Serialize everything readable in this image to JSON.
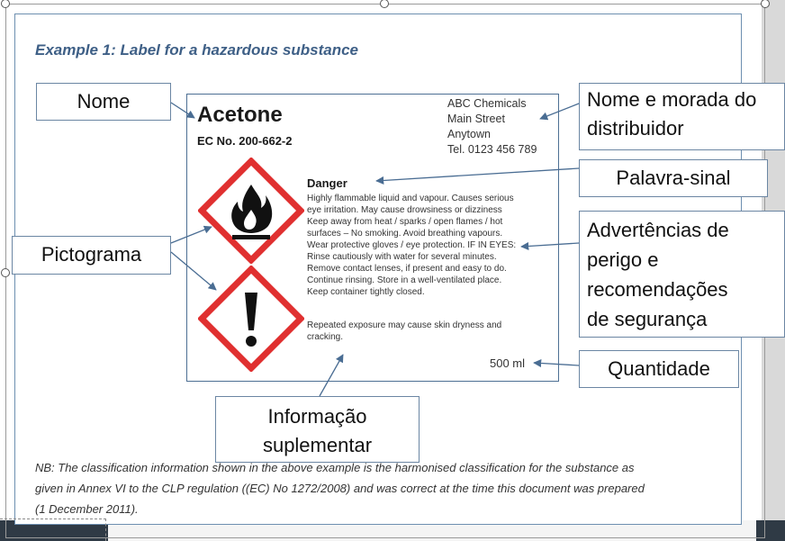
{
  "example_title": "Example 1: Label for a hazardous substance",
  "label": {
    "product_name": "Acetone",
    "ec_number": "EC No. 200-662-2",
    "supplier_lines": [
      "ABC Chemicals",
      "Main Street",
      "Anytown",
      "Tel. 0123 456 789"
    ],
    "signal_word": "Danger",
    "statement_lines": [
      "Highly flammable liquid and vapour. Causes serious",
      "eye irritation. May cause drowsiness or dizziness",
      "Keep away from heat / sparks / open flames / hot",
      "surfaces – No smoking. Avoid breathing vapours.",
      "Wear protective gloves / eye protection. IF IN EYES:",
      "Rinse cautiously with water for several minutes.",
      "Remove contact lenses, if present and easy to do.",
      "Continue rinsing. Store in a well-ventilated place.",
      "Keep container tightly closed."
    ],
    "supplementary_lines": [
      "Repeated exposure may cause skin dryness and",
      "cracking."
    ],
    "quantity": "500 ml",
    "pictograms": [
      "flame-pictogram",
      "exclamation-pictogram"
    ],
    "pictogram_border_color": "#e03030"
  },
  "callouts": {
    "nome": "Nome",
    "distribuidor": [
      "Nome e morada do",
      "distribuidor"
    ],
    "palavra_sinal": "Palavra-sinal",
    "pictograma": "Pictograma",
    "advertencias": [
      "Advertências de",
      "perigo e",
      "recomendações",
      "de segurança"
    ],
    "quantidade": "Quantidade",
    "informacao": [
      "Informação",
      "suplementar"
    ]
  },
  "footnote_lines": [
    "NB: The classification information shown in the above example is the harmonised classification for the substance as",
    "given in Annex VI to the CLP regulation ((EC) No 1272/2008) and was correct at the time this document was prepared",
    "(1 December 2011)."
  ],
  "colors": {
    "title_blue": "#3e5f86",
    "arrow_blue": "#4a6d93",
    "pictogram_red": "#e03030"
  }
}
